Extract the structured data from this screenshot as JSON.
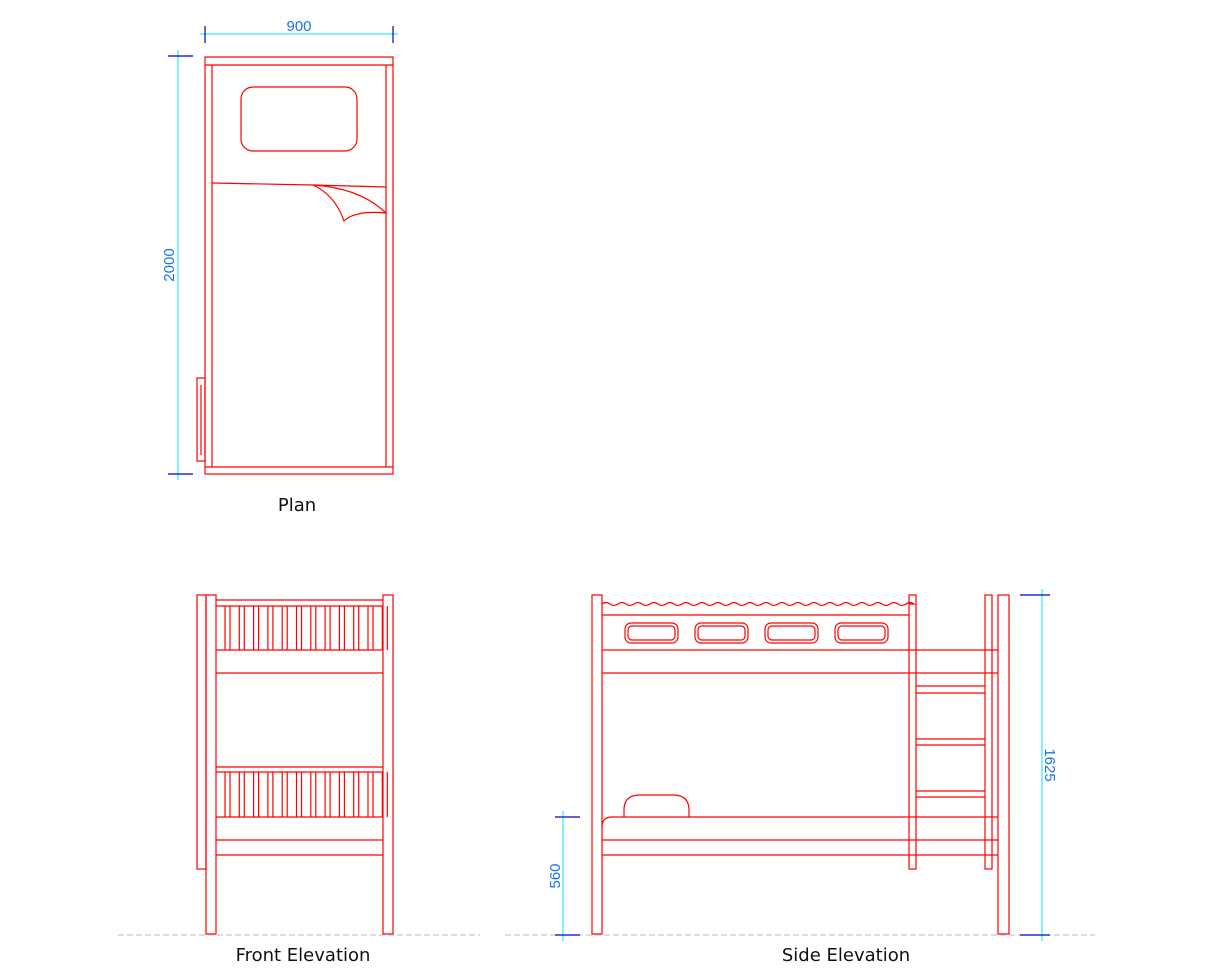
{
  "labels": {
    "plan": "Plan",
    "front": "Front Elevation",
    "side": "Side Elevation"
  },
  "dimensions": {
    "plan_width": "900",
    "plan_length": "2000",
    "side_height": "1625",
    "lower_bunk_height": "560"
  },
  "colors": {
    "geometry": "#ff0000",
    "dimension_line": "#00e5ff",
    "dimension_text": "#1a73e8",
    "ground_line": "#bbbbbb"
  }
}
